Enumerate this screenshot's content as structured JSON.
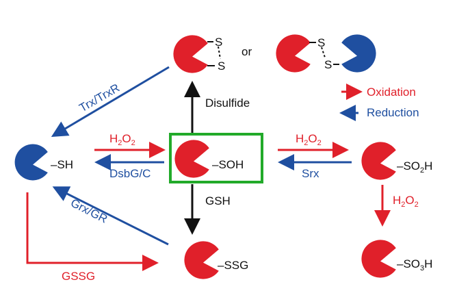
{
  "colors": {
    "oxidation": "#e0202a",
    "reduction": "#1f4fa0",
    "highlight_box": "#22aa2a",
    "black": "#111111"
  },
  "states": {
    "thiol": "–SH",
    "sulfenic": "–SOH",
    "sulfinic_main": "–SO",
    "sulfinic_sub": "2",
    "sulfinic_tail": "H",
    "sulfonic_main": "–SO",
    "sulfonic_sub": "3",
    "sulfonic_tail": "H",
    "glutathionylated": "–SSG",
    "disulfide_s1": "S",
    "disulfide_s2": "S",
    "or": "or"
  },
  "reactions": {
    "h2o2_main": "H",
    "h2o2_sub": "2",
    "h2o2_mid": "O",
    "h2o2_sub2": "2",
    "dsbgc": "DsbG/C",
    "srx": "Srx",
    "disulfide": "Disulfide",
    "gsh": "GSH",
    "trx": "Trx/TrxR",
    "grx": "Grx/GR",
    "gssg": "GSSG"
  },
  "legend": {
    "oxidation": "Oxidation",
    "reduction": "Reduction"
  }
}
